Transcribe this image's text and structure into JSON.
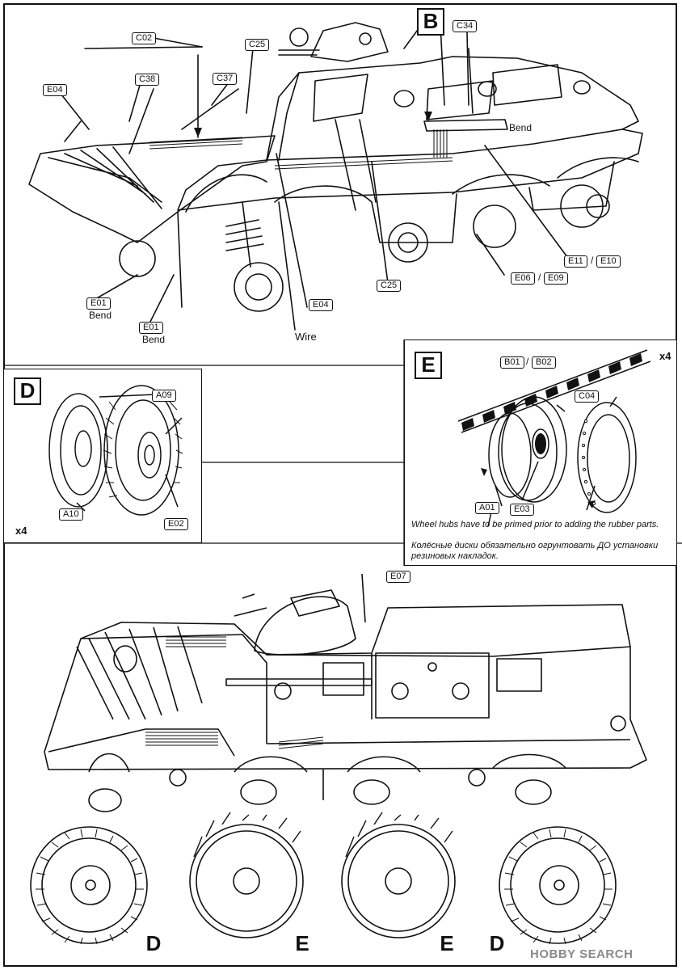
{
  "main_view": {
    "step_label": "B",
    "labels": {
      "c02": "C02",
      "c34": "C34",
      "c25_top": "C25",
      "c37": "C37",
      "c38": "C38",
      "e04_left": "E04",
      "e04_bottom": "E04",
      "c25_bottom": "C25",
      "e01_a": "E01",
      "e01_b": "E01",
      "e06": "E06",
      "e09": "E09",
      "e11": "E11",
      "e10": "E10"
    },
    "notes": {
      "bend_right": "Bend",
      "bend_a": "Bend",
      "bend_b": "Bend",
      "wire": "Wire"
    }
  },
  "panel_d": {
    "step_label": "D",
    "quantity": "x4",
    "labels": {
      "a09": "A09",
      "a10": "A10",
      "e02": "E02"
    }
  },
  "panel_e": {
    "step_label": "E",
    "quantity": "x4",
    "labels": {
      "b01": "B01",
      "b02": "B02",
      "c04": "C04",
      "a01": "A01",
      "e03": "E03"
    },
    "caption_en": "Wheel hubs have to be primed prior to adding the rubber parts.",
    "caption_ru": "Колёсные диски обязательно огрунтовать ДО установки резиновых накладок."
  },
  "side_view": {
    "label_e07": "E07",
    "wheel_letters": [
      "D",
      "E",
      "E",
      "D"
    ]
  },
  "watermark": "HOBBY SEARCH"
}
